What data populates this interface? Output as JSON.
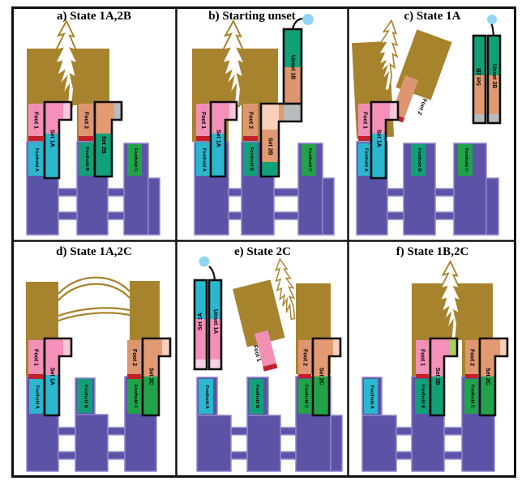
{
  "colors": {
    "brown": "#A8832E",
    "purple": "#5A53A6",
    "purple_border": "#8E88CB",
    "foot_pink": "#F18FB4",
    "set_pink": "#F590BB",
    "light_pink": "#F7C7DB",
    "pale_pink": "#F6D3E4",
    "cyan": "#2BB7CE",
    "teal": "#12A078",
    "green": "#22A34A",
    "foot_orange": "#DE9670",
    "set_orange": "#E39A72",
    "peach": "#F8D0BC",
    "gray": "#B8BCBE",
    "red": "#C2202A",
    "yellow_green": "#A9D063",
    "balloon_blue": "#90D5F4",
    "ink": "#111111"
  },
  "panels": {
    "a": {
      "title": "a) State 1A,2B",
      "foot1": "Foot 1",
      "set1A": "Set 1A",
      "footholdA": "Foothold A",
      "foot2": "Foot 2",
      "set2B": "Set 2B",
      "footholdB": "Foothold B",
      "footholdC": "Foothold C"
    },
    "b": {
      "title": "b) Starting unset",
      "foot1": "Foot 1",
      "set1A": "Set 1A",
      "footholdA": "Foothold A",
      "foot2": "Foot 2",
      "set2B": "Set 2B",
      "unset1B": "Unset 1B",
      "footholdB": "Foothold B",
      "footholdC": "Foothold C"
    },
    "c": {
      "title": "c) State 1A",
      "foot1": "Foot 1",
      "set1A": "Set 1A",
      "footholdA": "Foothold A",
      "foot2": "Foot 2",
      "set2B": "Set 2B",
      "unset2B": "Unset 2B",
      "footholdB": "Foothold B",
      "footholdC": "Foothold C"
    },
    "d": {
      "title": "d) State 1A,2C",
      "foot1": "Foot 1",
      "set1A": "Set 1A",
      "footholdA": "Foothold A",
      "foot2": "Foot 2",
      "set2C": "Set 2C",
      "footholdB": "Foothold B",
      "footholdC": "Foothold C"
    },
    "e": {
      "title": "e) State 2C",
      "set1A": "Set 1A",
      "unset1A": "Unset 1A",
      "foot1": "Foot 1",
      "foot2": "Foot 2",
      "set2C": "Set 2C",
      "footholdA": "Foothold A",
      "footholdB": "Foothold B",
      "footholdC": "Foothold C"
    },
    "f": {
      "title": "f) State 1B,2C",
      "foot1": "Foot 1",
      "set1B": "Set 1B",
      "footholdB": "Foothold B",
      "foot2": "Foot 2",
      "set2C": "Set 2C",
      "footholdC": "Foothold C",
      "footholdA": "Foothold A"
    }
  }
}
